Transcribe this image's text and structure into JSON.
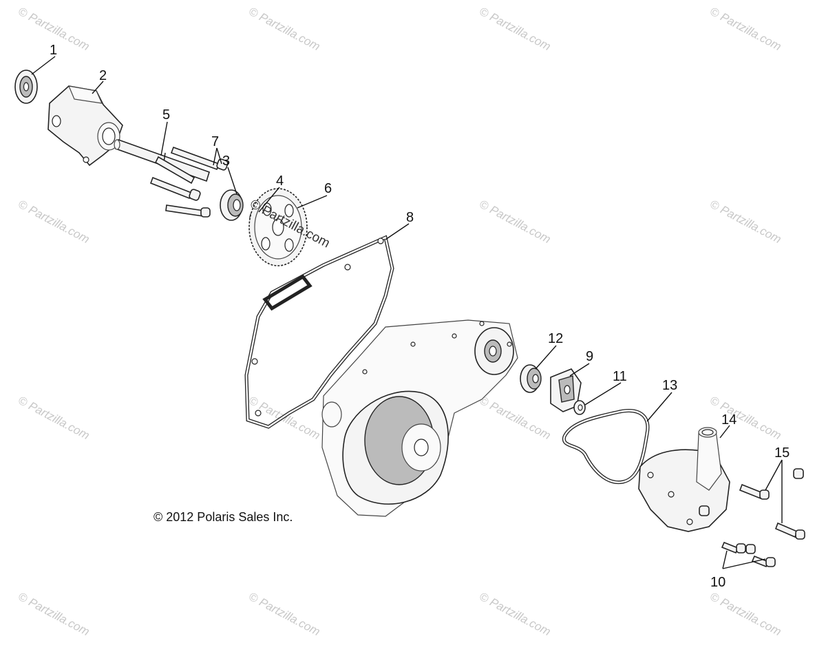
{
  "callouts": {
    "c1": "1",
    "c2": "2",
    "c3": "3",
    "c4": "4",
    "c5": "5",
    "c6": "6",
    "c7": "7",
    "c8": "8",
    "c9": "9",
    "c10": "10",
    "c11": "11",
    "c12": "12",
    "c13": "13",
    "c14": "14",
    "c15": "15"
  },
  "copyright": "© 2012 Polaris Sales Inc.",
  "watermark": "© Partzilla.com",
  "watermark_center": "© Partzilla.com"
}
